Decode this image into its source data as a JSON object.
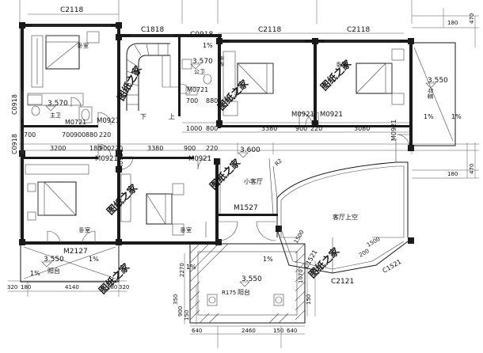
{
  "windows": {
    "top_left": "C2118",
    "stair": "C1818",
    "bath_top": "C0918",
    "top_mid": "C2118",
    "top_right": "C2118",
    "left_upper": "C0918",
    "left_lower": "C0918",
    "living_left": "C1521",
    "living_bottom": "C2121",
    "living_right": "C1521"
  },
  "doors": {
    "d1": "M0921",
    "d2": "M0921",
    "d3": "M0921",
    "d4": "M0921",
    "d5": "M0921",
    "d6": "M0921",
    "d7": "M0921",
    "d8": "M0721",
    "d9": "M0721",
    "d10": "M1527",
    "d11": "M2127"
  },
  "rooms": {
    "bed_tl": "卧室",
    "bed_t2": "卧室",
    "bed_t3": "卧室",
    "bed_bl": "卧室",
    "bed_bm": "卧室",
    "bath_l": "主卫",
    "bath_m": "公卫",
    "terrace": "露台",
    "hall": "小客厅",
    "void": "客厅上空",
    "balc_l": "阳台",
    "balc_b": "阳台",
    "down": "下",
    "up": "上"
  },
  "elevations": {
    "bath_l": "3.570",
    "bath_m": "3.570",
    "terrace": "3.550",
    "hall": "3.600",
    "balc_l": "3.550",
    "balc_b": "3.550"
  },
  "dims": {
    "d_700a": "700",
    "d_700b": "700",
    "d_880": "880",
    "d_1000": "1000",
    "d_800": "800",
    "d_3380a": "3380",
    "d_900a": "900",
    "d_220a": "220",
    "d_3080": "3080",
    "d_700c": "700",
    "d_900b": "900",
    "d_880b": "880",
    "d_220b": "220",
    "d_3200": "3200",
    "d_180a": "180",
    "d_900c": "900",
    "d_220c": "220",
    "d_3380b": "3380",
    "d_900d": "900",
    "d_220d": "220",
    "d_180r1": "180",
    "d_470r1": "470",
    "d_180r2": "180",
    "d_470r2": "470",
    "d_320": "320",
    "d_180b": "180",
    "d_4140": "4140",
    "d_180c": "180",
    "d_320b": "320",
    "d_2270": "2270",
    "d_r175": "R175",
    "d_350": "350",
    "d_900v": "900",
    "d_150": "150",
    "d_640a": "640",
    "d_2460": "2460",
    "d_150b": "150",
    "d_640b": "640",
    "d_1500a": "1500",
    "d_1500b": "1500",
    "d_1070": "1070",
    "d_150c": "150",
    "d_200": "200",
    "d_r2": "R2",
    "slope1": "1%",
    "slope2": "1%",
    "slope3": "1%",
    "slope4": "1%",
    "slope5": "1%",
    "slope6": "1%",
    "slope7": "1%"
  },
  "watermark": "图纸之家"
}
